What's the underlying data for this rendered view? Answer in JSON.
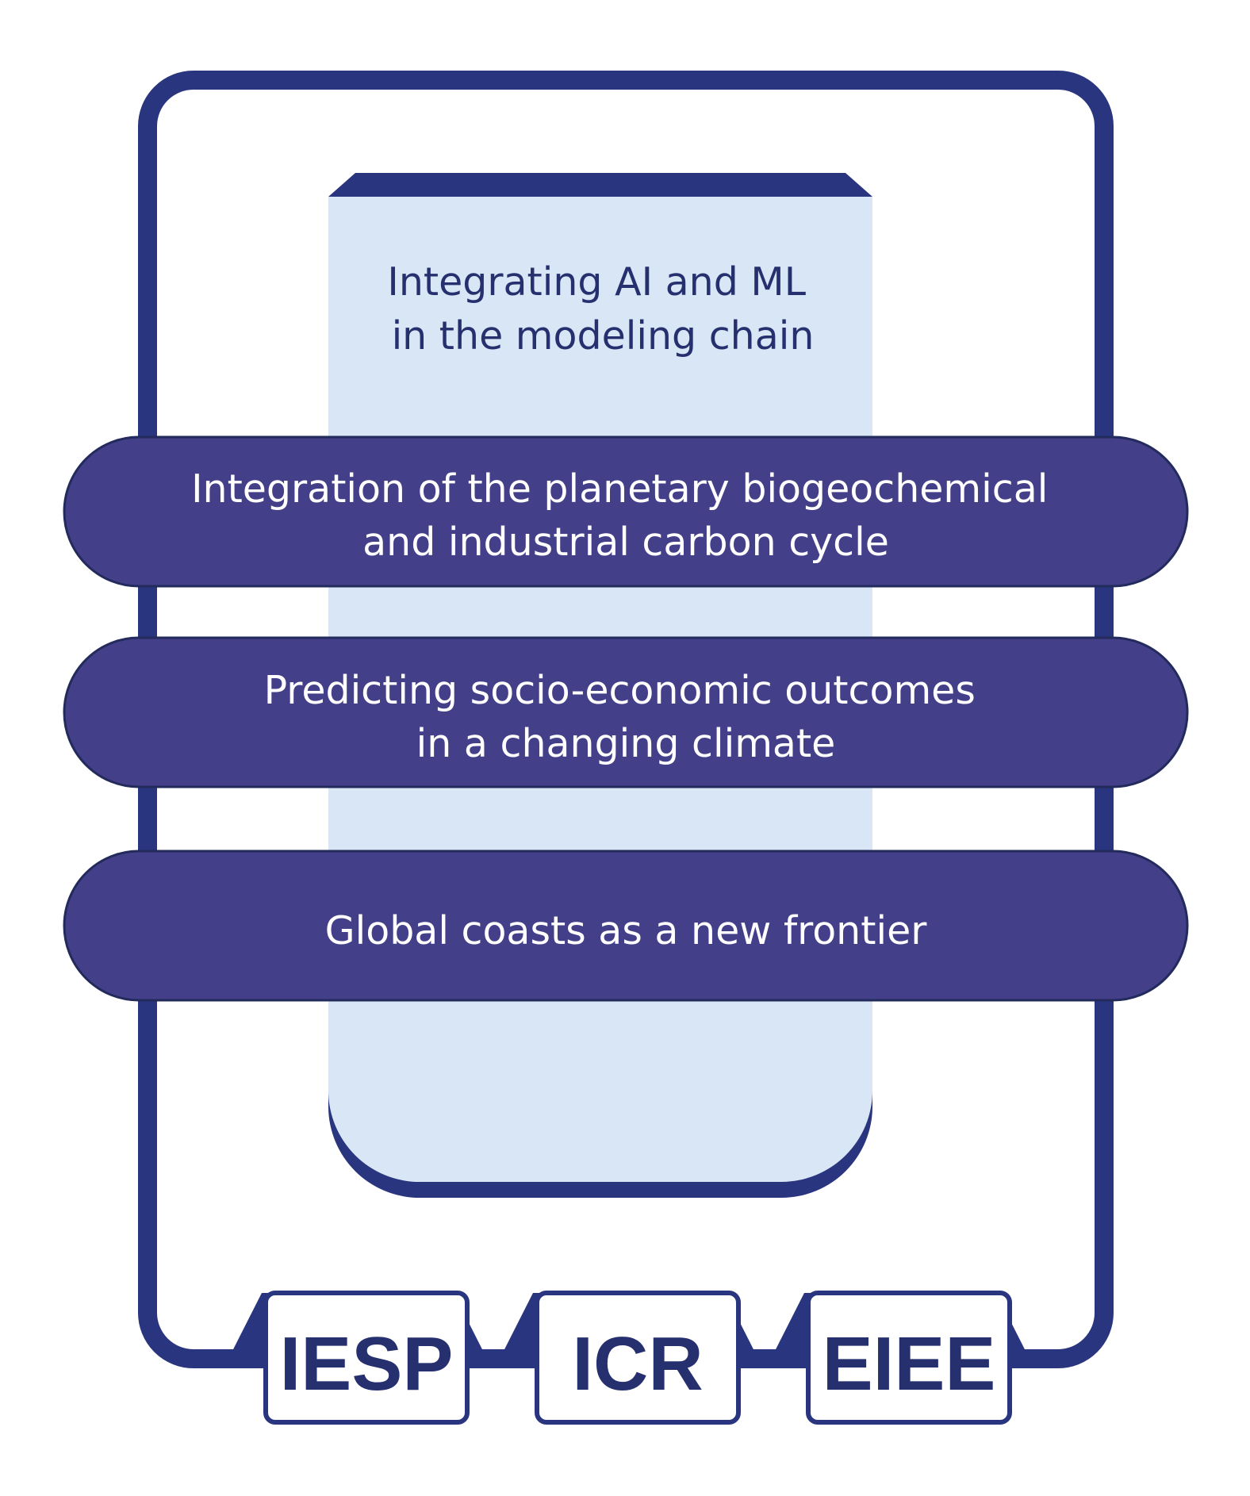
{
  "panel": {
    "lines": [
      "Integrating AI and ML",
      "in the modeling chain"
    ]
  },
  "bands": [
    {
      "lines": [
        "Integration of the planetary biogeochemical",
        "and industrial carbon cycle"
      ]
    },
    {
      "lines": [
        "Predicting socio-economic outcomes",
        "in a changing climate"
      ]
    },
    {
      "lines": [
        "Global coasts as a new frontier"
      ]
    }
  ],
  "tabs": [
    {
      "label": "IESP"
    },
    {
      "label": "ICR"
    },
    {
      "label": "EIEE"
    }
  ],
  "colors": {
    "frame": "#2a3580",
    "band_fill": "#433f89",
    "panel_fill": "#d8e6f5",
    "text_dark": "#26306f",
    "text_light": "#ffffff"
  }
}
